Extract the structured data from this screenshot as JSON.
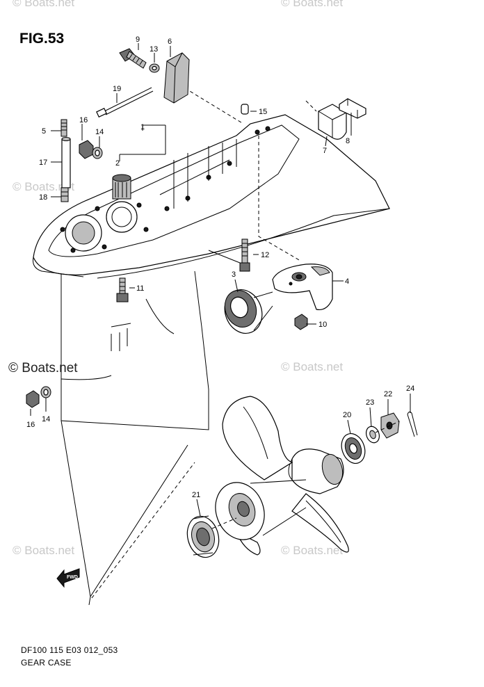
{
  "figure": {
    "title": "FIG.53"
  },
  "watermarks": {
    "small": "© Boats.net",
    "large": "© Boats.net"
  },
  "footer": {
    "line1": "DF100 115 E03 012_053",
    "line2": "GEAR CASE"
  },
  "callouts": {
    "c1": "1",
    "c2": "2",
    "c3": "3",
    "c4": "4",
    "c5": "5",
    "c6": "6",
    "c7": "7",
    "c8": "8",
    "c9": "9",
    "c10": "10",
    "c11": "11",
    "c12": "12",
    "c13": "13",
    "c14a": "14",
    "c14b": "14",
    "c15": "15",
    "c16a": "16",
    "c16b": "16",
    "c17": "17",
    "c18": "18",
    "c19": "19",
    "c20": "20",
    "c21": "21",
    "c22": "22",
    "c23": "23",
    "c24": "24"
  },
  "fwd_arrow": {
    "label": "FWD"
  }
}
